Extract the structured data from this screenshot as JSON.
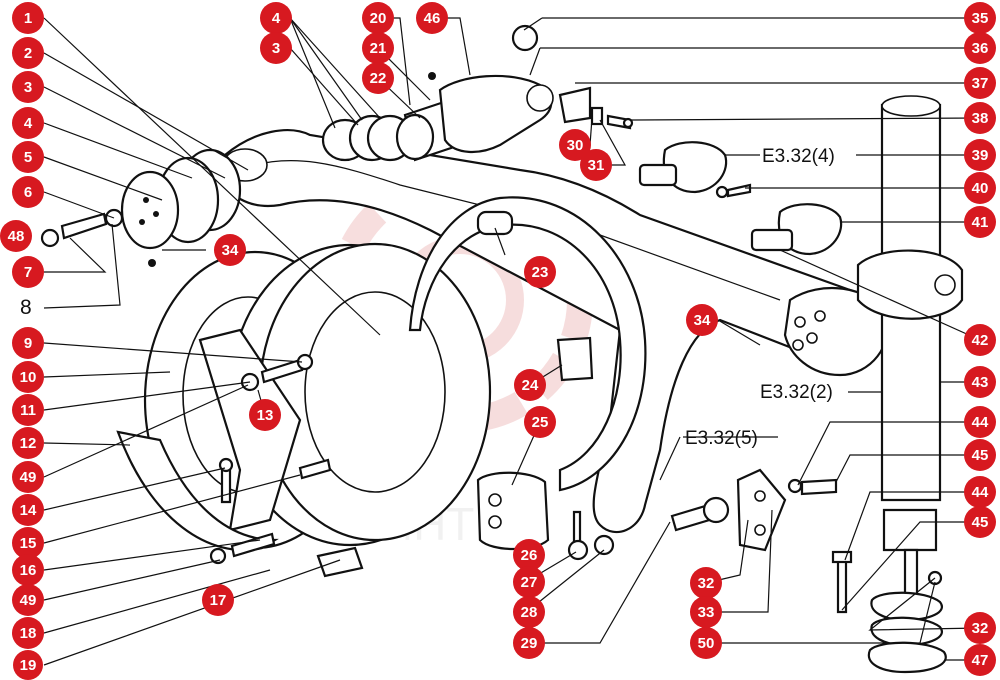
{
  "diagram": {
    "colors": {
      "badge": "#d71920",
      "line": "#111111",
      "watermark": "#e8a0a0"
    },
    "watermark_text": "ИНТЕХ",
    "badges": [
      {
        "id": "1",
        "text": "1"
      },
      {
        "id": "2",
        "text": "2"
      },
      {
        "id": "3a",
        "text": "3"
      },
      {
        "id": "4a",
        "text": "4"
      },
      {
        "id": "5",
        "text": "5"
      },
      {
        "id": "6",
        "text": "6"
      },
      {
        "id": "48",
        "text": "48"
      },
      {
        "id": "7",
        "text": "7"
      },
      {
        "id": "9",
        "text": "9"
      },
      {
        "id": "10",
        "text": "10"
      },
      {
        "id": "11",
        "text": "11"
      },
      {
        "id": "12",
        "text": "12"
      },
      {
        "id": "49a",
        "text": "49"
      },
      {
        "id": "14",
        "text": "14"
      },
      {
        "id": "15",
        "text": "15"
      },
      {
        "id": "16",
        "text": "16"
      },
      {
        "id": "49b",
        "text": "49"
      },
      {
        "id": "18",
        "text": "18"
      },
      {
        "id": "19",
        "text": "19"
      },
      {
        "id": "13",
        "text": "13"
      },
      {
        "id": "17",
        "text": "17"
      },
      {
        "id": "34a",
        "text": "34"
      },
      {
        "id": "4b",
        "text": "4"
      },
      {
        "id": "3b",
        "text": "3"
      },
      {
        "id": "20",
        "text": "20"
      },
      {
        "id": "21",
        "text": "21"
      },
      {
        "id": "22",
        "text": "22"
      },
      {
        "id": "46",
        "text": "46"
      },
      {
        "id": "23",
        "text": "23"
      },
      {
        "id": "24",
        "text": "24"
      },
      {
        "id": "25",
        "text": "25"
      },
      {
        "id": "26",
        "text": "26"
      },
      {
        "id": "27",
        "text": "27"
      },
      {
        "id": "28",
        "text": "28"
      },
      {
        "id": "29",
        "text": "29"
      },
      {
        "id": "30",
        "text": "30"
      },
      {
        "id": "31",
        "text": "31"
      },
      {
        "id": "34b",
        "text": "34"
      },
      {
        "id": "35",
        "text": "35"
      },
      {
        "id": "36",
        "text": "36"
      },
      {
        "id": "37",
        "text": "37"
      },
      {
        "id": "38",
        "text": "38"
      },
      {
        "id": "39",
        "text": "39"
      },
      {
        "id": "40",
        "text": "40"
      },
      {
        "id": "41",
        "text": "41"
      },
      {
        "id": "42",
        "text": "42"
      },
      {
        "id": "43",
        "text": "43"
      },
      {
        "id": "44a",
        "text": "44"
      },
      {
        "id": "45a",
        "text": "45"
      },
      {
        "id": "44b",
        "text": "44"
      },
      {
        "id": "45b",
        "text": "45"
      },
      {
        "id": "32a",
        "text": "32"
      },
      {
        "id": "47",
        "text": "47"
      },
      {
        "id": "32b",
        "text": "32"
      },
      {
        "id": "33",
        "text": "33"
      },
      {
        "id": "50",
        "text": "50"
      }
    ],
    "plain_labels": [
      {
        "id": "8",
        "text": "8"
      }
    ],
    "refs": [
      {
        "id": "ref-e3-32-4",
        "text": "E3.32(4)"
      },
      {
        "id": "ref-e3-32-2",
        "text": "E3.32(2)"
      },
      {
        "id": "ref-e3-32-5",
        "text": "E3.32(5)"
      }
    ]
  }
}
